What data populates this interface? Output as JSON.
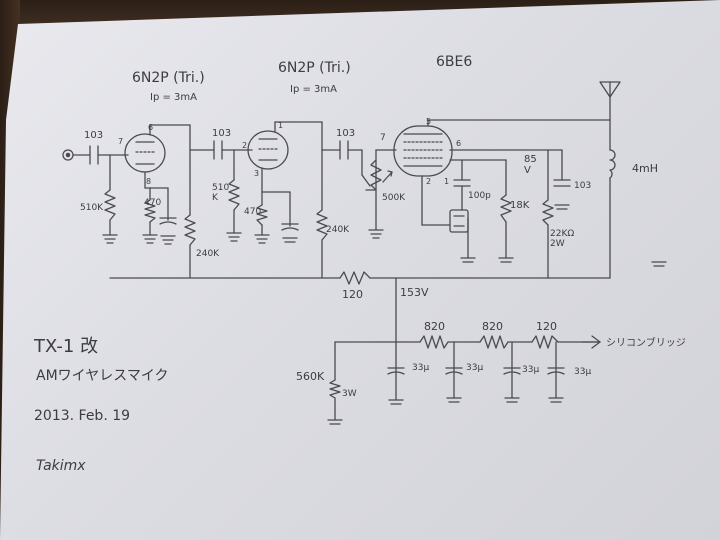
{
  "tube_labels": {
    "v1_type": "6N2P (Tri.)",
    "v1_current": "Ip = 3mA",
    "v2_type": "6N2P (Tri.)",
    "v2_current": "Ip = 3mA",
    "v3_type": "6BE6"
  },
  "component_labels": {
    "c_in": "103",
    "c_coupling_1": "103",
    "c_coupling_2": "103",
    "r_grid_1": "510K",
    "r_cathode_1": "470",
    "r_grid_2": "510\nK",
    "r_cathode_2": "470",
    "r_plate_1": "240K",
    "r_plate_2": "240K",
    "vr_volume": "500K",
    "c_osc": "100p",
    "r_osc": "18K",
    "r_screen": "22KΩ\n2W",
    "c_screen": "103",
    "screen_voltage": "85\nV",
    "coil": "4mH",
    "r_decouple": "120",
    "b_plus": "153V",
    "r_bleed": "560K",
    "r_bleed_power": "3W",
    "r_f1": "820",
    "r_f2": "820",
    "r_f3": "120",
    "c_f": "33μ",
    "power_input": "シリコンブリッジ",
    "pin_1": "1",
    "pin_2": "2",
    "pin_3": "3",
    "pin_5": "5",
    "pin_6": "6",
    "pin_7": "7",
    "pin_8": "8"
  },
  "notes": {
    "title": "TX-1 改",
    "subtitle": "AMワイヤレスマイク",
    "date": "2013. Feb. 19",
    "author": "Takimx"
  }
}
